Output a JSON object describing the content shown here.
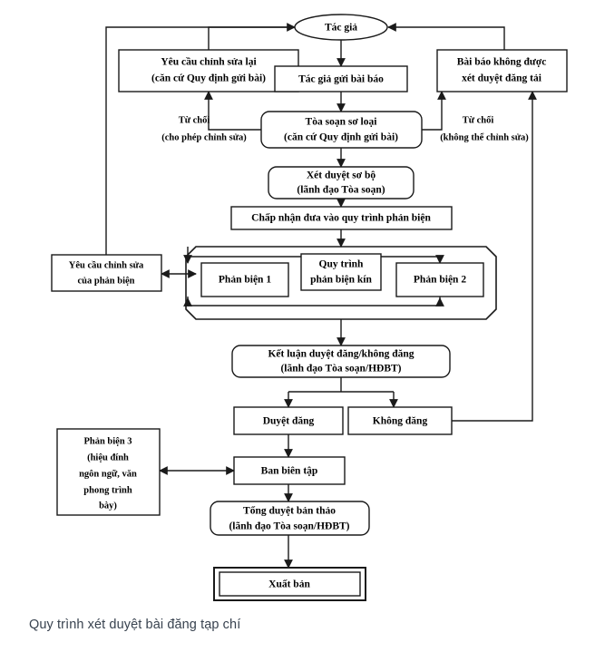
{
  "diagram": {
    "title": "Quy trình xét duyệt bài đăng tạp chí",
    "type": "flowchart",
    "nodes": {
      "author": "Tác giả",
      "revision_request": {
        "line1": "Yêu cầu chỉnh sửa lại",
        "line2": "(căn cứ Quy định gửi bài)"
      },
      "author_submits": "Tác giả gửi bài báo",
      "not_accepted": {
        "line1": "Bài báo không được",
        "line2": "xét duyệt đăng tải"
      },
      "editorial_screening": {
        "line1": "Tòa soạn sơ loại",
        "line2": "(căn cứ Quy định gửi bài)"
      },
      "preliminary_review": {
        "line1": "Xét duyệt sơ bộ",
        "line2": "(lãnh đạo Tòa soạn)"
      },
      "accept_to_review": "Chấp nhận đưa vào quy trình phản biện",
      "reviewer_revision_request": {
        "line1": "Yêu cầu chỉnh sửa",
        "line2": "của phản biện"
      },
      "reviewer_1": "Phản biện 1",
      "blind_review": {
        "line1": "Quy trình",
        "line2": "phản biện kín"
      },
      "reviewer_2": "Phản biện 2",
      "conclusion": {
        "line1": "Kết luận duyệt đăng/không đăng",
        "line2": "(lãnh đạo Tòa soạn/HĐBT)"
      },
      "approved": "Duyệt đăng",
      "rejected": "Không đăng",
      "reviewer_3": {
        "line1": "Phản biện 3",
        "line2": "(hiệu đính",
        "line3": "ngôn ngữ, văn",
        "line4": "phong trình",
        "line5": "bày)"
      },
      "editorial_board": "Ban biên tập",
      "final_approval": {
        "line1": "Tổng duyệt bản thảo",
        "line2": "(lãnh đạo Tòa soạn/HĐBT)"
      },
      "publish": "Xuất bản"
    },
    "edge_labels": {
      "reject_allow_edit": {
        "line1": "Từ chối",
        "line2": "(cho phép chỉnh sửa)"
      },
      "reject_no_edit": {
        "line1": "Từ chối",
        "line2": "(không thể chỉnh sửa)"
      }
    },
    "colors": {
      "stroke": "#1a1a1a",
      "node_fill": "#ffffff",
      "caption": "#38424f",
      "background": "#ffffff"
    }
  }
}
